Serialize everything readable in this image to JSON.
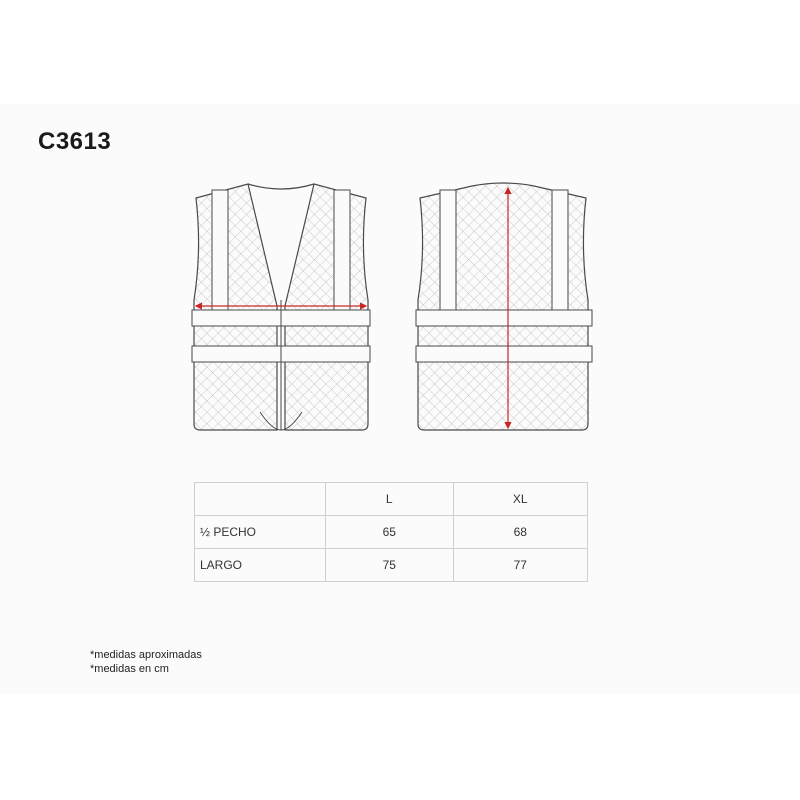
{
  "product": {
    "code": "C3613"
  },
  "diagram": {
    "front_view": "vest-front",
    "back_view": "vest-back",
    "measure_color": "#c62828",
    "line_color": "#4a4a4a"
  },
  "size_table": {
    "header": [
      "",
      "L",
      "XL"
    ],
    "rows": [
      {
        "label": "½ PECHO",
        "values": [
          "65",
          "68"
        ]
      },
      {
        "label": "LARGO",
        "values": [
          "75",
          "77"
        ]
      }
    ]
  },
  "notes": [
    "*medidas aproximadas",
    "*medidas en cm"
  ]
}
